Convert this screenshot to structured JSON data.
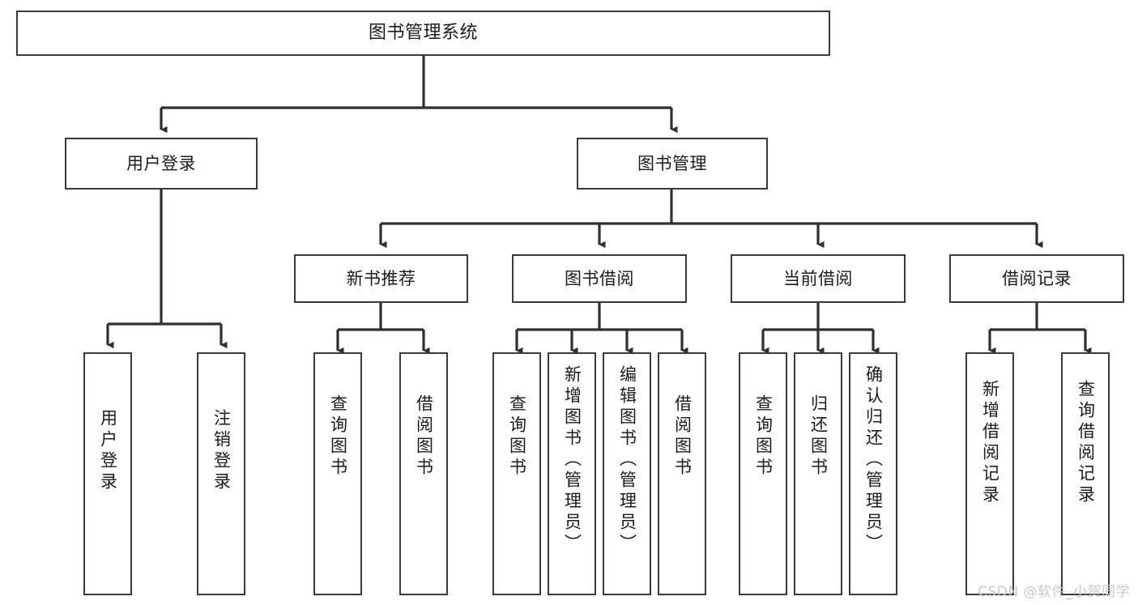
{
  "diagram": {
    "type": "tree",
    "title": "图书管理系统",
    "orientation": "top-down",
    "colors": {
      "box_border": "#3a3a3a",
      "box_fill": "#ffffff",
      "edge": "#2f2f2f",
      "text": "#1b1b1b",
      "watermark": "#c9c9c9",
      "background": "#ffffff"
    }
  },
  "root": {
    "label": "图书管理系统"
  },
  "level2": [
    {
      "label": "用户登录"
    },
    {
      "label": "图书管理"
    }
  ],
  "level3": [
    {
      "label": "新书推荐"
    },
    {
      "label": "图书借阅"
    },
    {
      "label": "当前借阅"
    },
    {
      "label": "借阅记录"
    }
  ],
  "leaves": {
    "user_login": [
      {
        "label": "用户登录"
      },
      {
        "label": "注销登录"
      }
    ],
    "new_book_recommend": [
      {
        "label": "查询图书"
      },
      {
        "label": "借阅图书"
      }
    ],
    "book_borrow": [
      {
        "label": "查询图书"
      },
      {
        "label": "新增图书（管理员）"
      },
      {
        "label": "编辑图书（管理员）"
      },
      {
        "label": "借阅图书"
      }
    ],
    "current_borrow": [
      {
        "label": "查询图书"
      },
      {
        "label": "归还图书"
      },
      {
        "label": "确认归还（管理员）"
      }
    ],
    "borrow_record": [
      {
        "label": "新增借阅记录"
      },
      {
        "label": "查询借阅记录"
      }
    ]
  },
  "watermark": {
    "text": "CSDN @软件_小贺同学"
  }
}
